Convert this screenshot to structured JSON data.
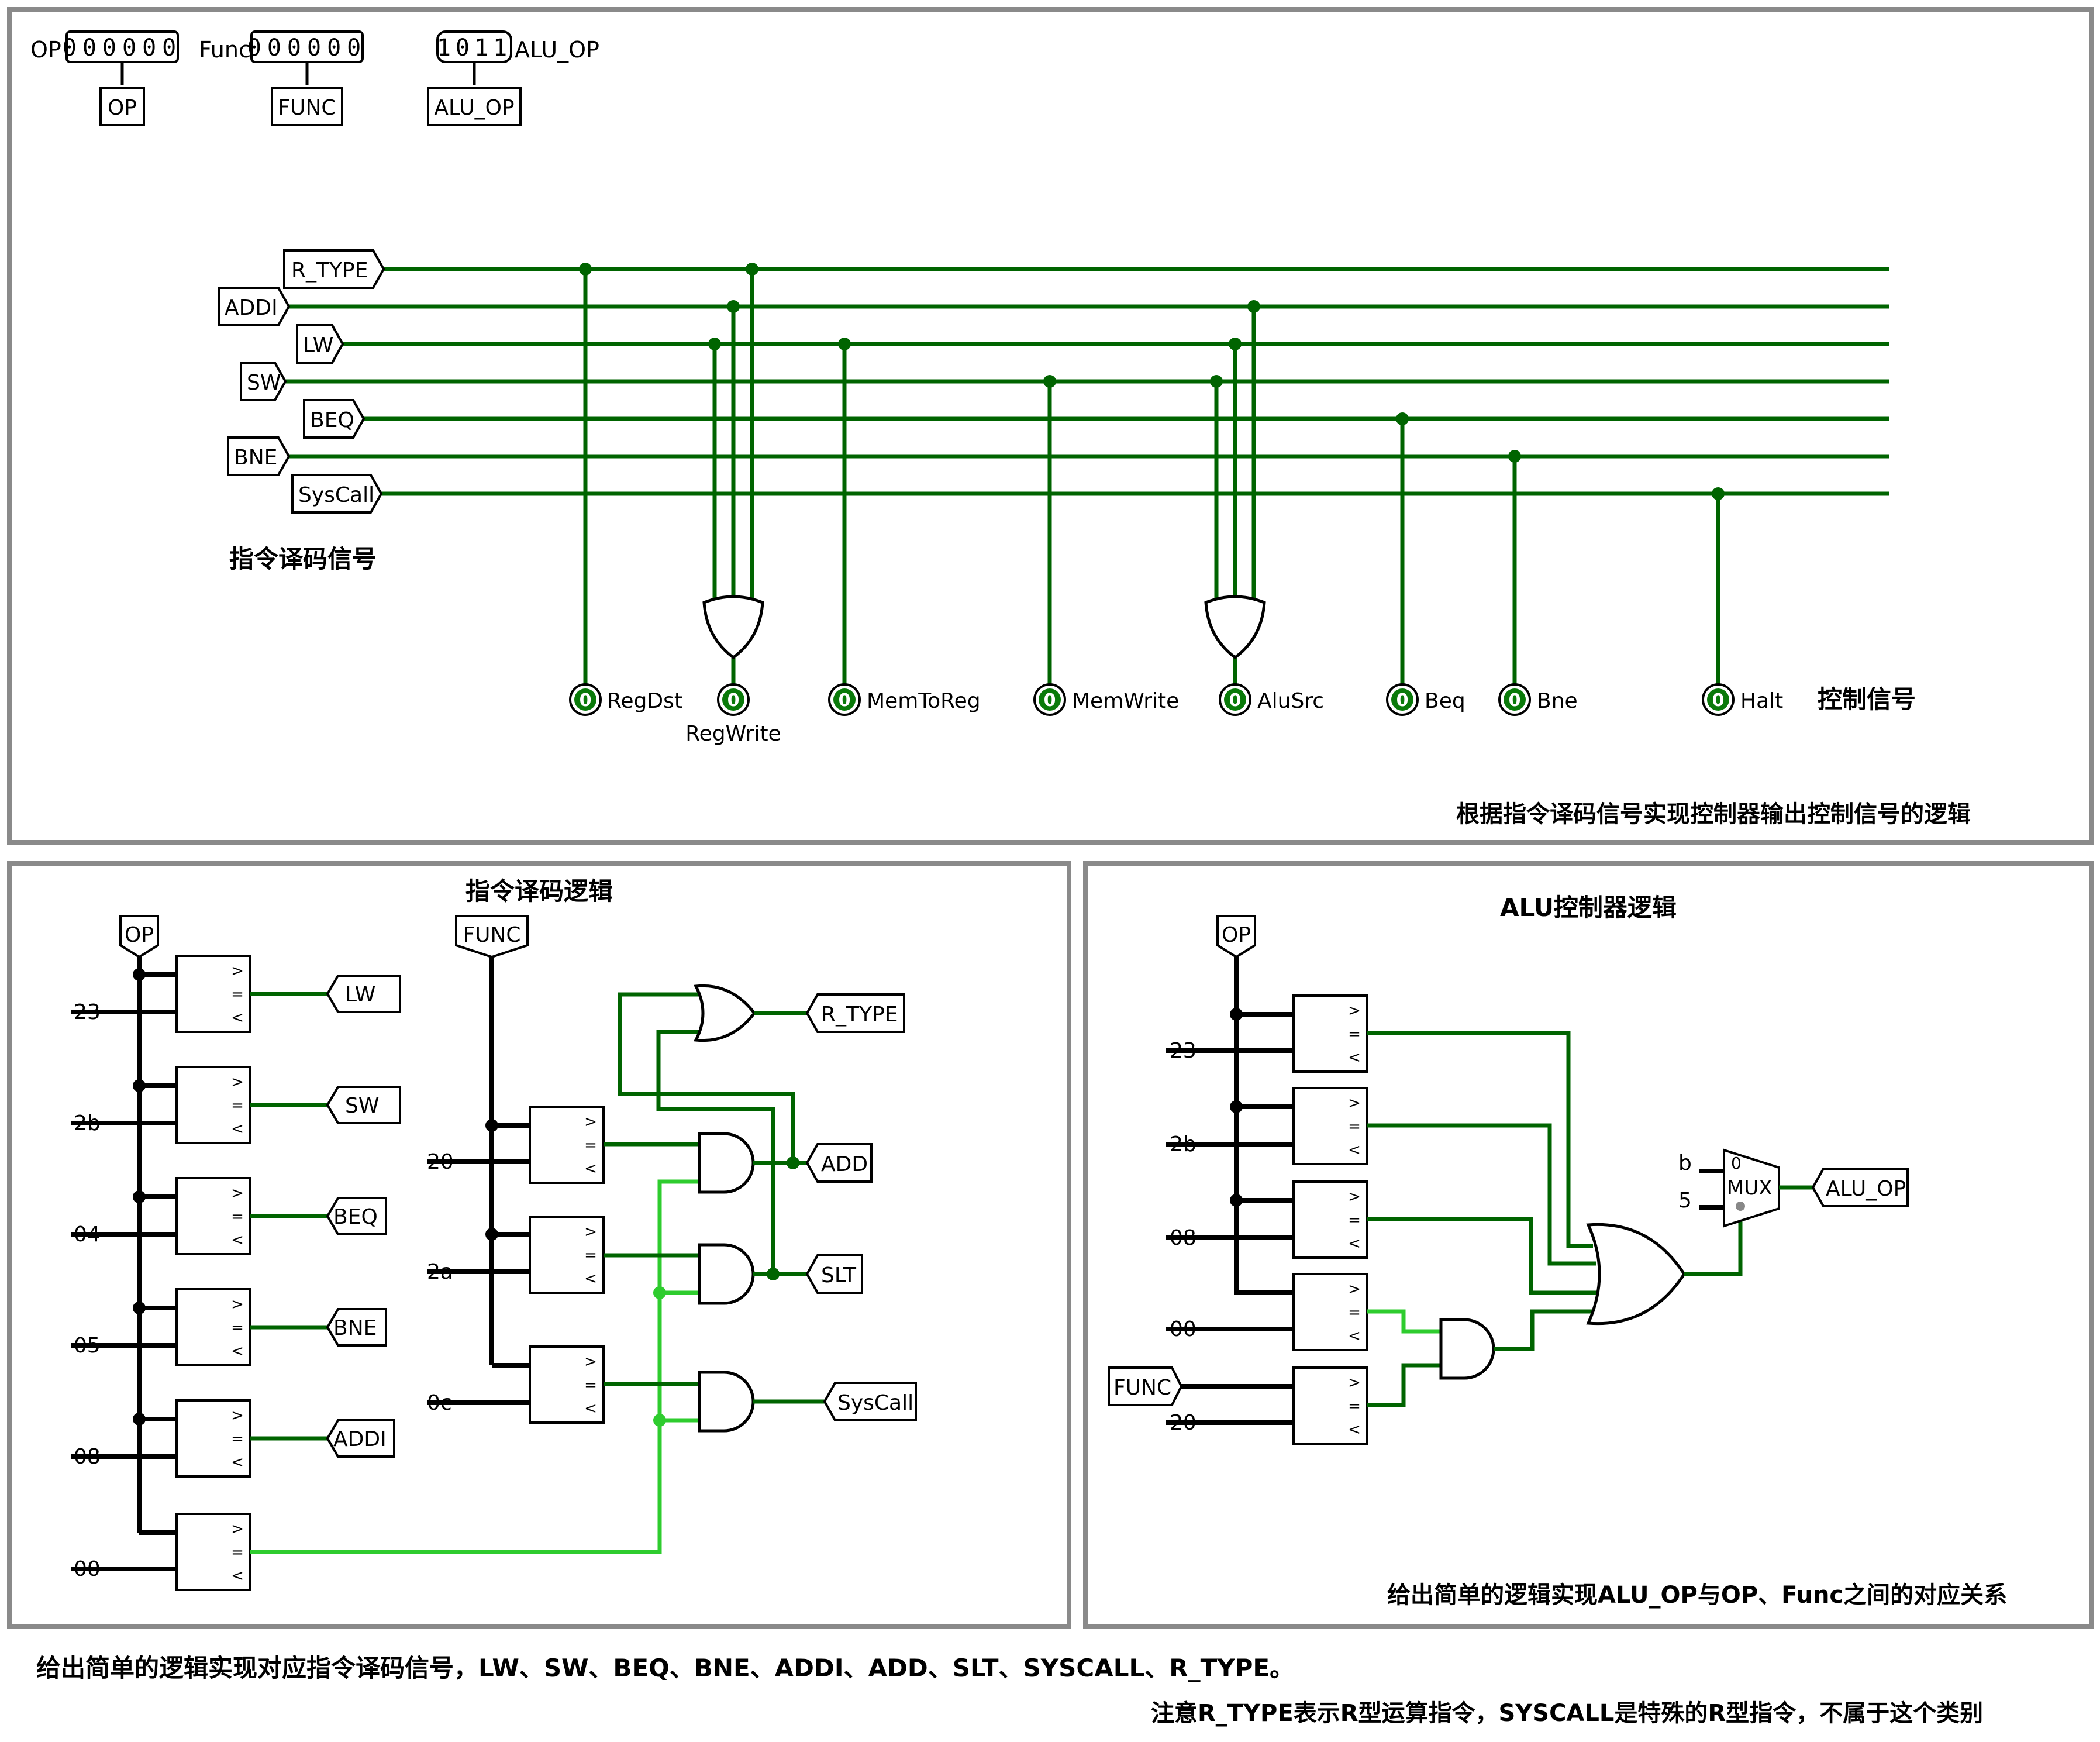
{
  "header": {
    "op_label": "OP",
    "op_value": "000000",
    "op_tunnel": "OP",
    "func_label": "Func",
    "func_value": "000000",
    "func_tunnel": "FUNC",
    "aluop_value": "1011",
    "aluop_label": "ALU_OP",
    "aluop_tunnel": "ALU_OP"
  },
  "top_panel": {
    "inputs": [
      "R_TYPE",
      "ADDI",
      "LW",
      "SW",
      "BEQ",
      "BNE",
      "SysCall"
    ],
    "inputs_caption": "指令译码信号",
    "outputs": [
      "RegDst",
      "RegWrite",
      "MemToReg",
      "MemWrite",
      "AluSrc",
      "Beq",
      "Bne",
      "Halt"
    ],
    "led_value": "0",
    "outputs_caption": "控制信号",
    "caption": "根据指令译码信号实现控制器输出控制信号的逻辑"
  },
  "decode_panel": {
    "title": "指令译码逻辑",
    "op_tunnel": "OP",
    "func_tunnel": "FUNC",
    "op_consts": [
      "23",
      "2b",
      "04",
      "05",
      "08",
      "00"
    ],
    "op_outputs": [
      "LW",
      "SW",
      "BEQ",
      "BNE",
      "ADDI"
    ],
    "func_consts": [
      "20",
      "2a",
      "0c"
    ],
    "func_outputs": [
      "R_TYPE",
      "ADD",
      "SLT",
      "SysCall"
    ],
    "cmp_symbols": [
      ">",
      "=",
      "<"
    ]
  },
  "alu_panel": {
    "title": "ALU控制器逻辑",
    "op_tunnel": "OP",
    "op_consts": [
      "23",
      "2b",
      "08",
      "00"
    ],
    "func_tunnel": "FUNC",
    "func_const": "20",
    "mux_consts": [
      "b",
      "5"
    ],
    "mux_label": "MUX",
    "mux_sel": "0",
    "output": "ALU_OP",
    "caption": "给出简单的逻辑实现ALU_OP与OP、Func之间的对应关系"
  },
  "footer": {
    "line1": "给出简单的逻辑实现对应指令译码信号，LW、SW、BEQ、BNE、ADDI、ADD、SLT、SYSCALL、R_TYPE。",
    "line2": "注意R_TYPE表示R型运算指令，SYSCALL是特殊的R型指令，不属于这个类别"
  }
}
